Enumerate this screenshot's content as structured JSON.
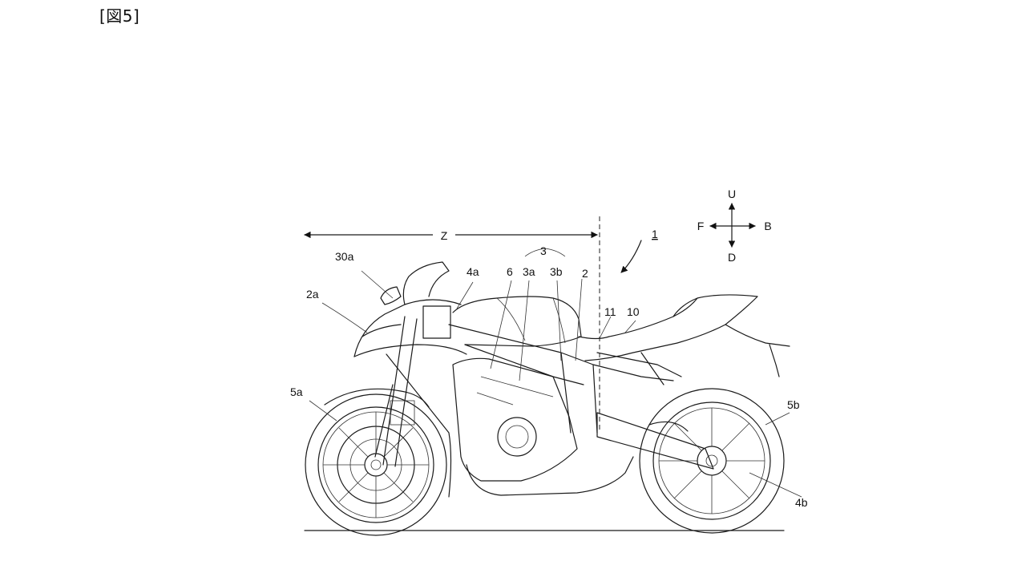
{
  "figure": {
    "title": "[図5]"
  },
  "labels": {
    "ref_1": "1",
    "ref_2": "2",
    "ref_2a": "2a",
    "ref_3": "3",
    "ref_3a": "3a",
    "ref_3b": "3b",
    "ref_4a": "4a",
    "ref_4b": "4b",
    "ref_5a": "5a",
    "ref_5b": "5b",
    "ref_6": "6",
    "ref_10": "10",
    "ref_11": "11",
    "ref_30a": "30a",
    "dimension_z": "Z"
  },
  "compass": {
    "up": "U",
    "down": "D",
    "front": "F",
    "back": "B"
  }
}
